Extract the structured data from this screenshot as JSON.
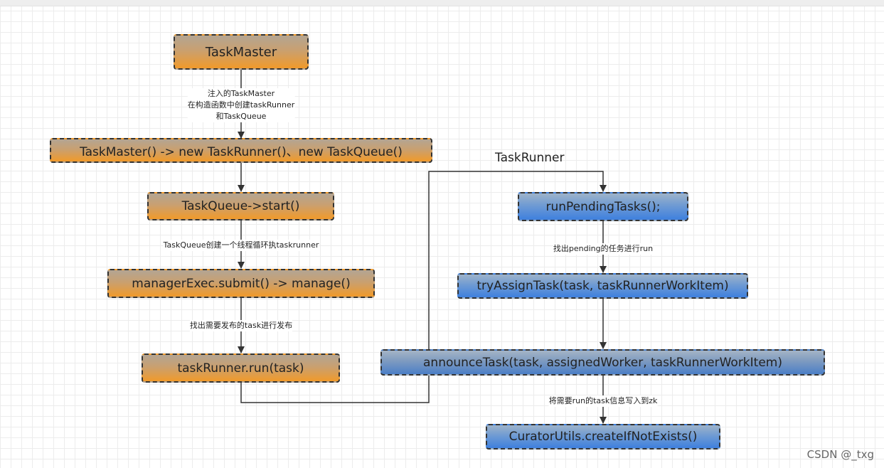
{
  "diagram": {
    "nodes": {
      "task_master": "TaskMaster",
      "constructor": "TaskMaster() -> new TaskRunner()、new TaskQueue()",
      "queue_start": "TaskQueue->start()",
      "manager_exec": "managerExec.submit() -> manage()",
      "runner_run": "taskRunner.run(task)",
      "run_pending": "runPendingTasks();",
      "try_assign": "tryAssignTask(task, taskRunnerWorkItem)",
      "announce": "announceTask(task, assignedWorker, taskRunnerWorkItem)",
      "curator": "CuratorUtils.createIfNotExists()"
    },
    "edge_labels": {
      "injected_line1": "注入的TaskMaster",
      "injected_line2": "在构造函数中创建taskRunner",
      "injected_line3": "和TaskQueue",
      "queue_thread": "TaskQueue创建一个线程循环执taskrunner",
      "find_publish": "找出需要发布的task进行发布",
      "find_pending": "找出pending的任务进行run",
      "write_zk": "将需要run的task信息写入到zk"
    },
    "group_title": "TaskRunner",
    "node_colors": {
      "orange": "#f19a2a",
      "blue": "#3e80de"
    }
  },
  "watermark": "CSDN @_txg"
}
